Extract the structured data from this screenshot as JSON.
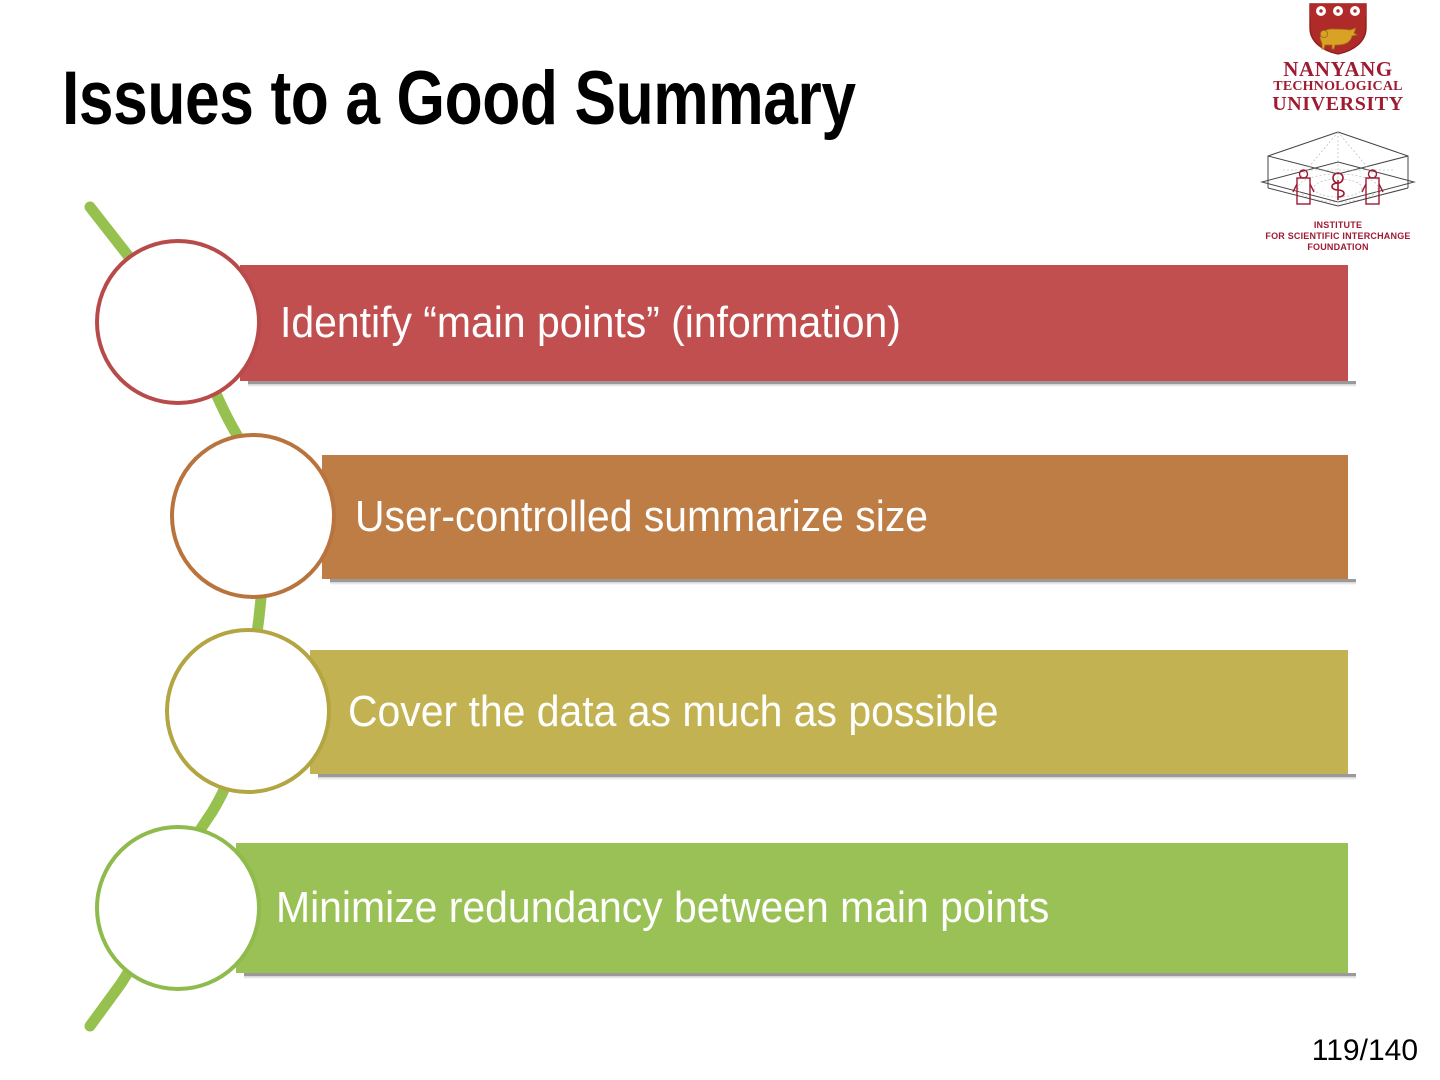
{
  "slide": {
    "title": "Issues to a Good Summary",
    "page_number": "119/140",
    "background_color": "#ffffff",
    "connector_color": "#96C14F"
  },
  "logos": {
    "ntu": {
      "name": "ntu-logo",
      "line1": "NANYANG",
      "line2": "TECHNOLOGICAL",
      "line3": "UNIVERSITY",
      "color": "#9E1B32",
      "crest_shield_color": "#B02A2A",
      "crest_lion_color": "#D9A227"
    },
    "isi": {
      "name": "isi-foundation-logo",
      "line1": "INSTITUTE",
      "line2": "FOR SCIENTIFIC INTERCHANGE",
      "line3": "FOUNDATION",
      "color": "#9E1B32"
    }
  },
  "items": [
    {
      "label": "Identify “main points” (information)",
      "color": "#C24F4F",
      "circle_border_color": "#B84A4A",
      "lines": 1
    },
    {
      "label": "User-controlled summarize size",
      "color": "#BD7D45",
      "circle_border_color": "#B8743C",
      "lines": 1
    },
    {
      "label": "Cover the data as much as possible",
      "color": "#C2B251",
      "circle_border_color": "#B3A542",
      "lines": 1
    },
    {
      "label": "Minimize redundancy between main points",
      "color": "#9AC155",
      "circle_border_color": "#8FBA4C",
      "lines": 2
    }
  ]
}
